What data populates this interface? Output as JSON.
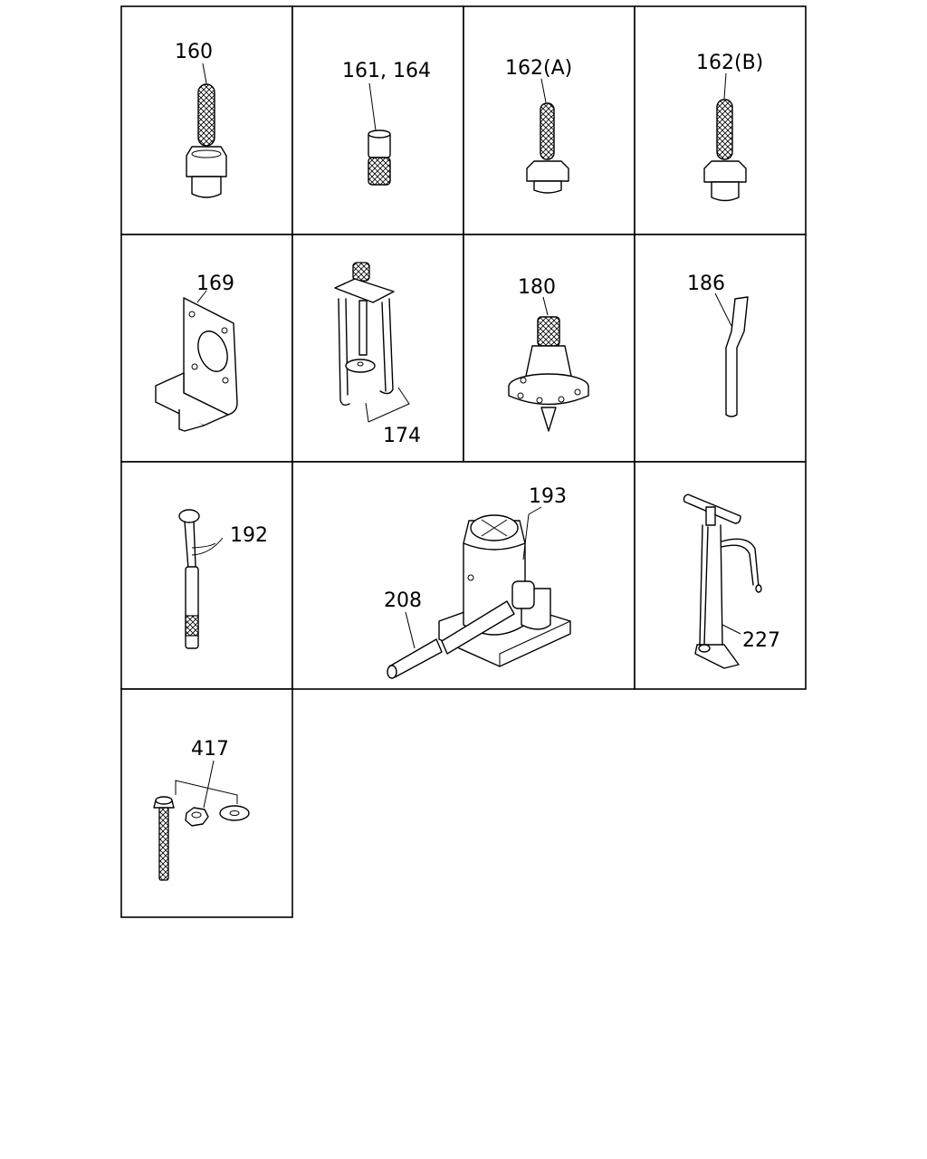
{
  "parts": [
    {
      "label": "160"
    },
    {
      "label": "161, 164"
    },
    {
      "label": "162(A)"
    },
    {
      "label": "162(B)"
    },
    {
      "label": "169"
    },
    {
      "label": "174"
    },
    {
      "label": "180"
    },
    {
      "label": "186"
    },
    {
      "label": "192"
    },
    {
      "label": "193"
    },
    {
      "label": "208"
    },
    {
      "label": "227"
    },
    {
      "label": "417"
    }
  ]
}
